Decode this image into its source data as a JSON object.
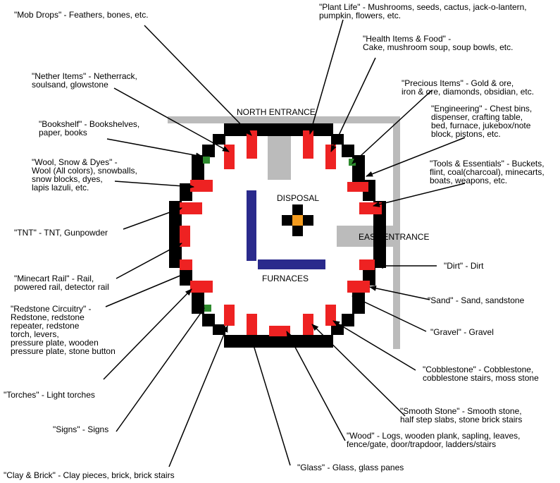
{
  "colors": {
    "wall": "#000000",
    "chest": "#ee2222",
    "path": "#bbbbbb",
    "furnace": "#2a2a8c",
    "disposal_center": "#f39a1d",
    "grass": "#2e8b2e",
    "background": "#ffffff"
  },
  "map_labels": {
    "north_entrance": "NORTH ENTRANCE",
    "east_entrance": "EAST ENTRANCE",
    "disposal": "DISPOSAL",
    "furnaces": "FURNACES"
  },
  "callouts": {
    "mob_drops": [
      "\"Mob Drops\" - Feathers, bones, etc."
    ],
    "plant_life": [
      "\"Plant Life\" - Mushrooms, seeds, cactus, jack-o-lantern,",
      "pumpkin, flowers, etc."
    ],
    "health_food": [
      "\"Health Items & Food\" -",
      "Cake, mushroom soup, soup bowls, etc."
    ],
    "nether": [
      "\"Nether Items\" - Netherrack,",
      "soulsand, glowstone"
    ],
    "precious": [
      "\"Precious Items\" - Gold & ore,",
      "iron & ore, diamonds, obsidian, etc."
    ],
    "engineering": [
      "\"Engineering\" - Chest bins,",
      "dispenser, crafting table,",
      "bed, furnace, jukebox/note",
      "block, pistons, etc."
    ],
    "bookshelf": [
      "\"Bookshelf\" - Bookshelves,",
      "paper, books"
    ],
    "wool": [
      "\"Wool, Snow & Dyes\" -",
      "Wool (All colors), snowballs,",
      "snow blocks, dyes,",
      "lapis lazuli, etc."
    ],
    "tools": [
      "\"Tools & Essentials\" - Buckets,",
      "flint, coal(charcoal), minecarts,",
      "boats, weapons, etc."
    ],
    "tnt": [
      "\"TNT\" - TNT, Gunpowder"
    ],
    "dirt": [
      "\"Dirt\" - Dirt"
    ],
    "minecart": [
      "\"Minecart Rail\" - Rail,",
      "powered rail, detector rail"
    ],
    "sand": [
      "\"Sand\" - Sand, sandstone"
    ],
    "redstone": [
      "\"Redstone Circuitry\" -",
      "Redstone, redstone",
      "repeater, redstone",
      "torch, levers,",
      "pressure plate, wooden",
      "pressure plate, stone button"
    ],
    "gravel": [
      "\"Gravel\" - Gravel"
    ],
    "cobblestone": [
      "\"Cobblestone\" - Cobblestone,",
      "cobblestone stairs, moss stone"
    ],
    "torches": [
      "\"Torches\" - Light torches"
    ],
    "smooth_stone": [
      "\"Smooth Stone\" - Smooth stone,",
      "half step slabs, stone brick stairs"
    ],
    "signs": [
      "\"Signs\" - Signs"
    ],
    "wood": [
      "\"Wood\" - Logs, wooden plank, sapling, leaves,",
      "fence/gate, door/trapdoor, ladders/stairs"
    ],
    "glass": [
      "\"Glass\" - Glass, glass panes"
    ],
    "clay": [
      "\"Clay & Brick\" - Clay pieces, brick, brick stairs"
    ]
  }
}
